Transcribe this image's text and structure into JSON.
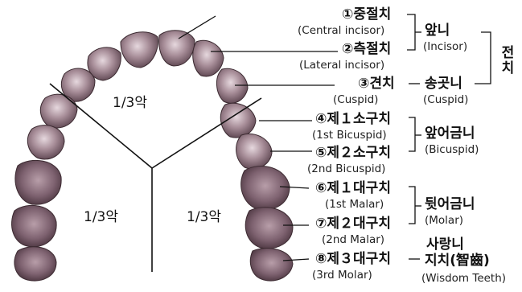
{
  "regions": {
    "upper": "1/3악",
    "lower_left": "1/3악",
    "lower_right": "1/3악"
  },
  "teeth": [
    {
      "ko": "①중절치",
      "en": "(Central incisor)"
    },
    {
      "ko": "②측절치",
      "en": "(Lateral incisor)"
    },
    {
      "ko": "③견치",
      "en": "(Cuspid)"
    },
    {
      "ko": "④제１소구치",
      "en": "(1st Bicuspid)"
    },
    {
      "ko": "⑤제２소구치",
      "en": "(2nd Bicuspid)"
    },
    {
      "ko": "⑥제１대구치",
      "en": "(1st Malar)"
    },
    {
      "ko": "⑦제２대구치",
      "en": "(2nd Malar)"
    },
    {
      "ko": "⑧제３대구치",
      "en": "(3rd Molar)"
    }
  ],
  "groups": [
    {
      "ko": "앞니",
      "en": "(Incisor)"
    },
    {
      "ko": "송곳니",
      "en": "(Cuspid)"
    },
    {
      "ko": "앞어금니",
      "en": "(Bicuspid)"
    },
    {
      "ko": "뒷어금니",
      "en": "(Molar)"
    },
    {
      "ko_line1": "사랑니",
      "ko_line2": "지치(智齒)",
      "en": "(Wisdom Teeth)"
    }
  ],
  "front_teeth_label": "전치",
  "colors": {
    "tooth_fill": "#8a6f7a",
    "tooth_light": "#d9c8cf",
    "tooth_dark": "#4a343e",
    "line": "#111111"
  }
}
